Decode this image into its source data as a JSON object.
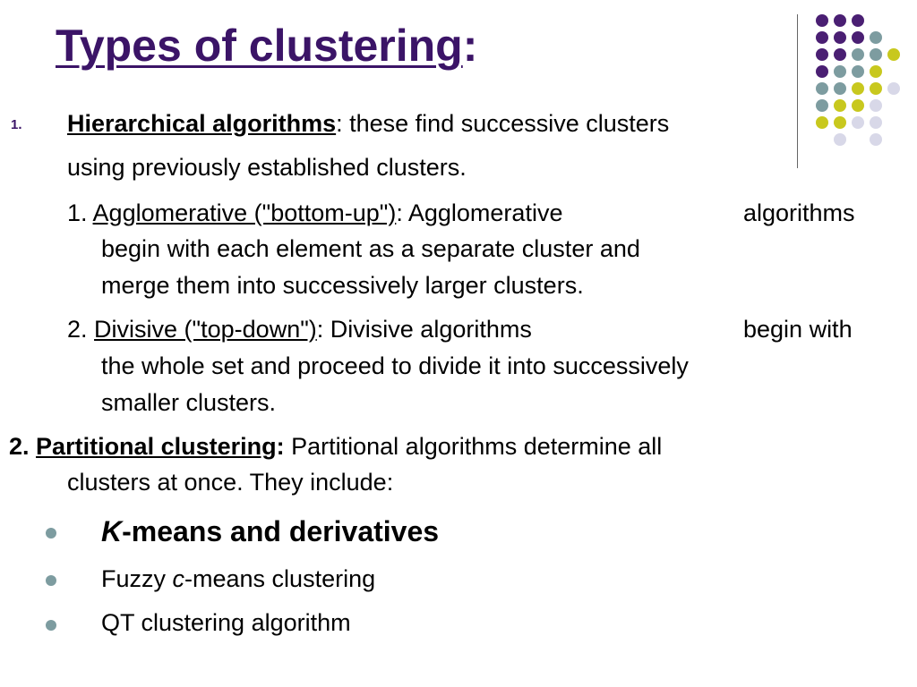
{
  "title": {
    "main": "Types of clustering",
    "colon": ":"
  },
  "item1": {
    "marker": "1.",
    "term": "Hierarchical algorithms",
    "rest": ": these find successive clusters",
    "cont": "using previously established clusters.",
    "sub1": {
      "num": "1.",
      "term": "Agglomerative (\"bottom-up\")",
      "rest1": ": Agglomerative",
      "rest1b": "algorithms",
      "line2": "begin with each element as a separate cluster and",
      "line3": "merge them into successively larger clusters."
    },
    "sub2": {
      "num": "2.",
      "term": "Divisive (\"top-down\")",
      "rest1": ": Divisive algorithms",
      "rest1b": "begin with",
      "line2": "the whole set and proceed to divide it into successively",
      "line3": "smaller clusters."
    }
  },
  "item2": {
    "marker": "2.",
    "term": "Partitional clustering",
    "colon": ":",
    "rest": " Partitional algorithms determine all",
    "cont": "clusters at once.  They include:"
  },
  "bullets": [
    {
      "italic": "K",
      "text": "-means and derivatives"
    },
    {
      "prefix": "Fuzzy ",
      "italic": "c",
      "text": "-means clustering"
    },
    {
      "text": "QT clustering algorithm"
    }
  ],
  "colors": {
    "purple": "#4a1f73",
    "teal": "#7d9ca0",
    "yellow": "#c8c81e",
    "lavender": "#d8d8e8"
  }
}
